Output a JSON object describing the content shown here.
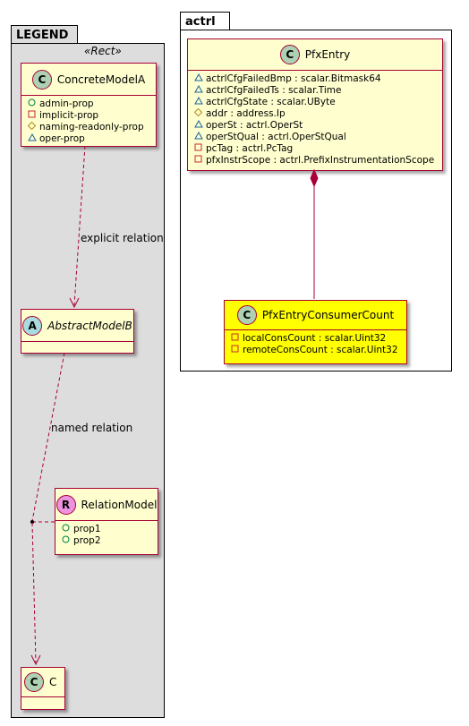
{
  "colors": {
    "class_fill": "#fefece",
    "class_border": "#a80036",
    "highlight_fill": "#ffff00",
    "legend_fill": "#dddddd",
    "class_badge": "#add1b2",
    "abstract_badge": "#a9dcdf",
    "relation_badge": "#eb93df"
  },
  "legend": {
    "title": "LEGEND",
    "stereotype": "«Rect»",
    "concrete": {
      "badge": "C",
      "name": "ConcreteModelA",
      "attributes": [
        {
          "vis": "+",
          "vis_icon": "circle-plus-icon",
          "text": "admin-prop"
        },
        {
          "vis": "-",
          "vis_icon": "square-icon",
          "text": "implicit-prop"
        },
        {
          "vis": "#",
          "vis_icon": "diamond-icon",
          "text": "naming-readonly-prop"
        },
        {
          "vis": "~",
          "vis_icon": "triangle-icon",
          "text": "oper-prop"
        }
      ]
    },
    "explicit_label": "explicit relation",
    "abstract": {
      "badge": "A",
      "name": "AbstractModelB"
    },
    "named_label": "named relation",
    "relation": {
      "badge": "R",
      "name": "RelationModel",
      "attributes": [
        {
          "vis": "+",
          "vis_icon": "circle-plus-icon",
          "text": "prop1"
        },
        {
          "vis": "+",
          "vis_icon": "circle-plus-icon",
          "text": "prop2"
        }
      ]
    },
    "c_class": {
      "badge": "C",
      "name": "C"
    }
  },
  "actrl": {
    "title": "actrl",
    "pfx_entry": {
      "badge": "C",
      "name": "PfxEntry",
      "attributes": [
        {
          "vis": "~",
          "vis_icon": "triangle-icon",
          "text": "actrlCfgFailedBmp : scalar.Bitmask64"
        },
        {
          "vis": "~",
          "vis_icon": "triangle-icon",
          "text": "actrlCfgFailedTs : scalar.Time"
        },
        {
          "vis": "~",
          "vis_icon": "triangle-icon",
          "text": "actrlCfgState : scalar.UByte"
        },
        {
          "vis": "#",
          "vis_icon": "diamond-icon",
          "text": "addr : address.Ip"
        },
        {
          "vis": "~",
          "vis_icon": "triangle-icon",
          "text": "operSt : actrl.OperSt"
        },
        {
          "vis": "~",
          "vis_icon": "triangle-icon",
          "text": "operStQual : actrl.OperStQual"
        },
        {
          "vis": "-",
          "vis_icon": "square-icon",
          "text": "pcTag : actrl.PcTag"
        },
        {
          "vis": "-",
          "vis_icon": "square-icon",
          "text": "pfxInstrScope : actrl.PrefixInstrumentationScope"
        }
      ]
    },
    "consumer_count": {
      "badge": "C",
      "name": "PfxEntryConsumerCount",
      "attributes": [
        {
          "vis": "-",
          "vis_icon": "square-icon",
          "text": "localConsCount : scalar.Uint32"
        },
        {
          "vis": "-",
          "vis_icon": "square-icon",
          "text": "remoteConsCount : scalar.Uint32"
        }
      ]
    }
  }
}
